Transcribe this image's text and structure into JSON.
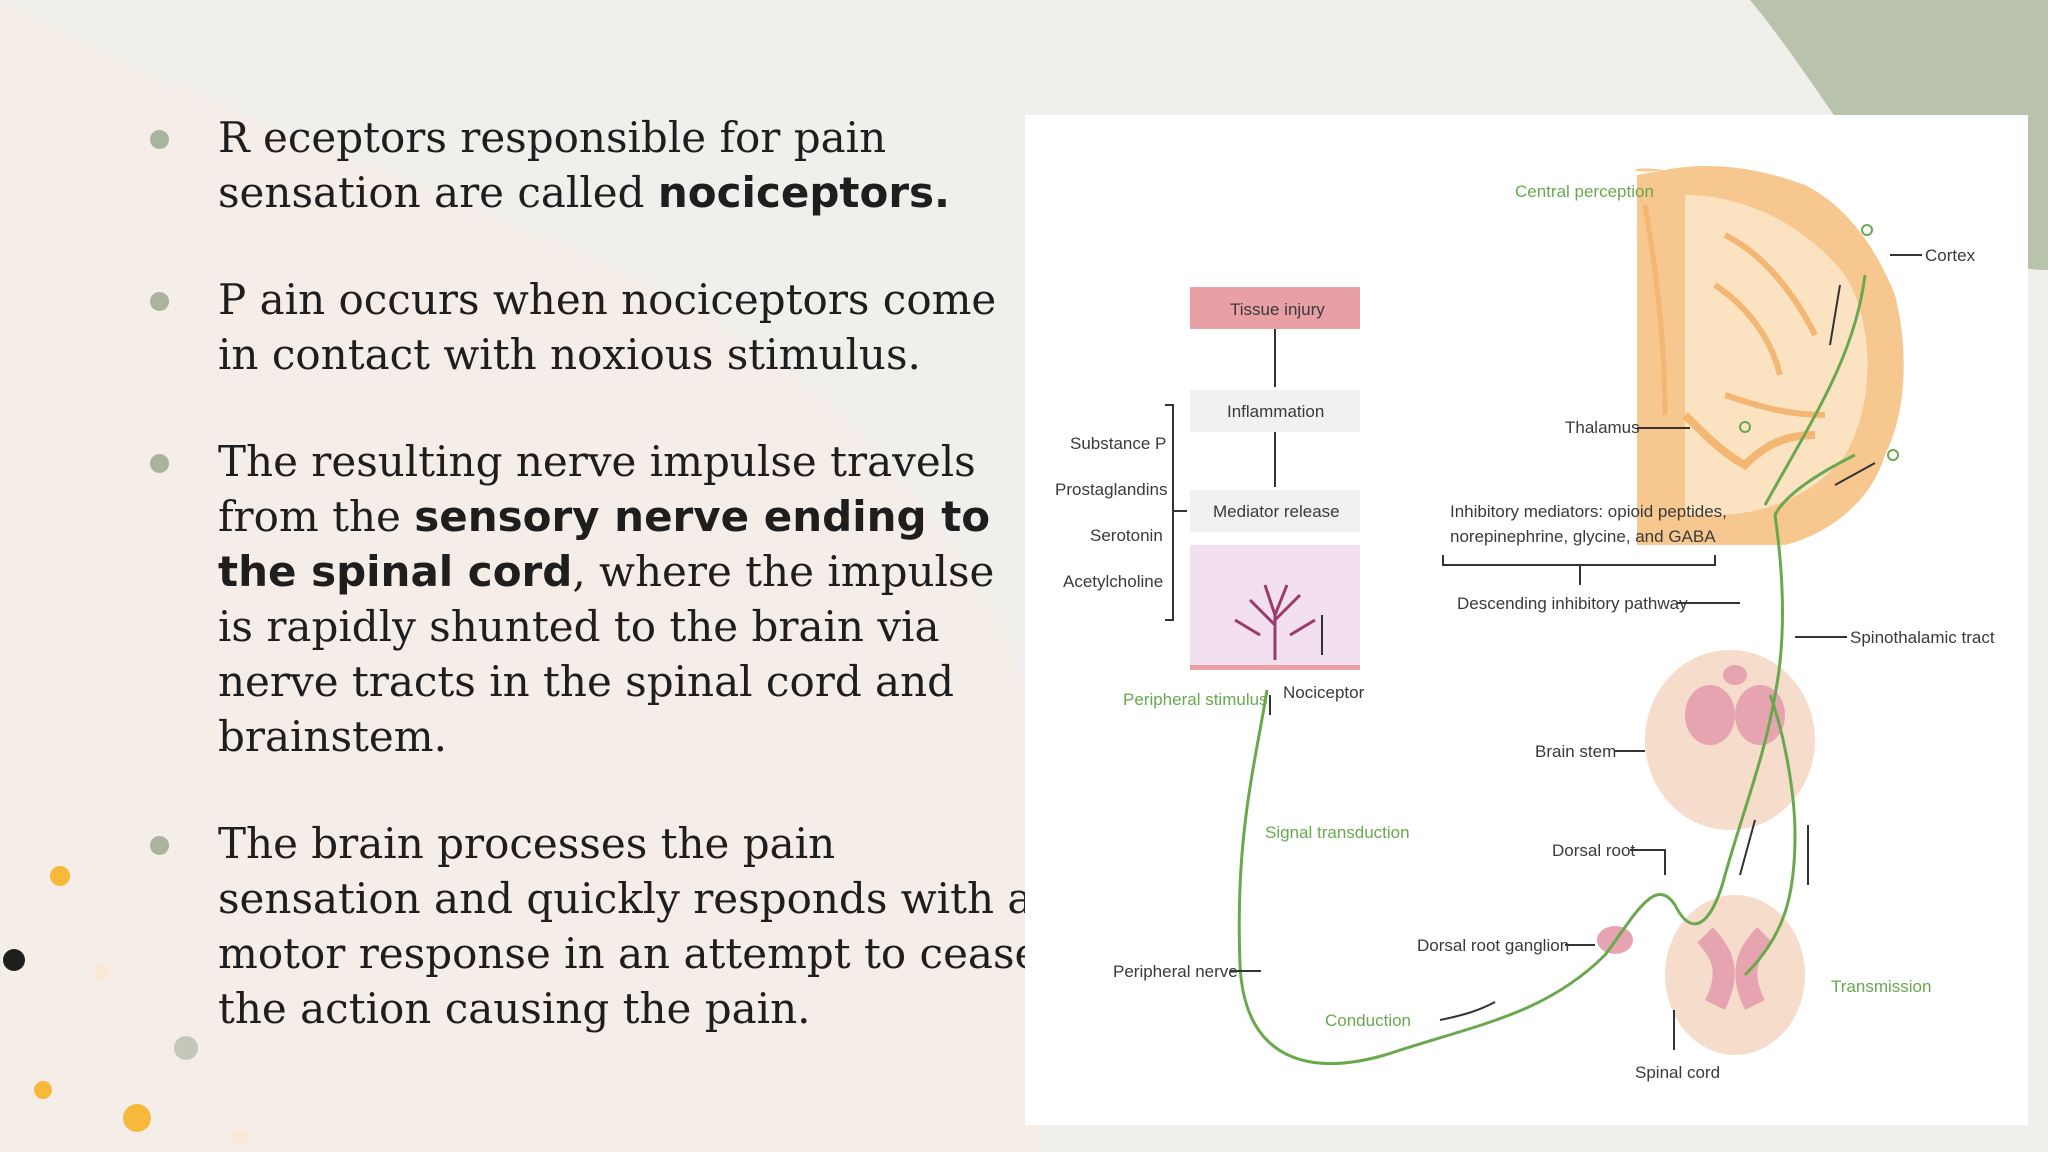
{
  "bullets": [
    {
      "pre": "R eceptors responsible for pain sensation are called ",
      "bold": "nociceptors.",
      "post": ""
    },
    {
      "pre": "P ain occurs when nociceptors come in contact with noxious stimulus.",
      "bold": "",
      "post": ""
    },
    {
      "pre": "The resulting nerve impulse travels from the ",
      "bold": "sensory nerve ending to the spinal cord",
      "post": ", where the impulse is rapidly shunted to the brain via nerve tracts in the spinal cord and brainstem."
    },
    {
      "pre": "The brain processes the pain sensation and quickly responds with a motor response in an attempt to cease the action causing the pain.",
      "bold": "",
      "post": ""
    }
  ],
  "diagram": {
    "central_perception": "Central perception",
    "cortex": "Cortex",
    "tissue_injury": "Tissue injury",
    "inflammation": "Inflammation",
    "mediator_release": "Mediator release",
    "substance_p": "Substance P",
    "prostaglandins": "Prostaglandins",
    "serotonin": "Serotonin",
    "acetylcholine": "Acetylcholine",
    "thalamus": "Thalamus",
    "inhibitory_mediators_1": "Inhibitory mediators: opioid peptides,",
    "inhibitory_mediators_2": "norepinephrine, glycine, and GABA",
    "descending_pathway": "Descending inhibitory pathway",
    "spinothalamic_tract": "Spinothalamic tract",
    "peripheral_stimulus": "Peripheral stimulus",
    "nociceptor": "Nociceptor",
    "brain_stem": "Brain stem",
    "signal_transduction": "Signal transduction",
    "dorsal_root": "Dorsal root",
    "dorsal_root_ganglion": "Dorsal root ganglion",
    "peripheral_nerve": "Peripheral nerve",
    "transmission": "Transmission",
    "conduction": "Conduction",
    "spinal_cord": "Spinal cord"
  },
  "colors": {
    "accent_green": "#a9b39d",
    "dot_yellow": "#f6b93b",
    "nerve_green": "#6aa84f",
    "injury_pink": "#e8a0a4"
  }
}
